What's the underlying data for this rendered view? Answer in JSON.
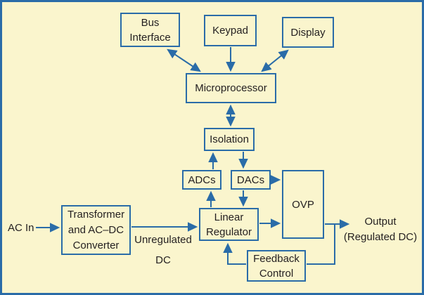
{
  "diagram": {
    "description": "Microprocessor-controlled regulated DC power supply block diagram",
    "colors": {
      "background": "#faf5cd",
      "line_blue": "#2a6ca8",
      "text": "#231f20"
    },
    "nodes": {
      "bus_interface": [
        "Bus",
        "Interface"
      ],
      "keypad": [
        "Keypad"
      ],
      "display": [
        "Display"
      ],
      "microprocessor": [
        "Microprocessor"
      ],
      "isolation": [
        "Isolation"
      ],
      "adcs": [
        "ADCs"
      ],
      "dacs": [
        "DACs"
      ],
      "ovp": [
        "OVP"
      ],
      "linear_regulator": [
        "Linear",
        "Regulator"
      ],
      "transformer": [
        "Transformer",
        "and AC–DC",
        "Converter"
      ],
      "feedback_control": [
        "Feedback",
        "Control"
      ]
    },
    "labels": {
      "ac_in": "AC In",
      "unregulated": [
        "Unregulated",
        "DC"
      ],
      "output": [
        "Output",
        "(Regulated DC)"
      ]
    },
    "connections": [
      {
        "from": "Bus Interface",
        "to": "Microprocessor",
        "bidirectional": true
      },
      {
        "from": "Keypad",
        "to": "Microprocessor",
        "bidirectional": false
      },
      {
        "from": "Display",
        "to": "Microprocessor",
        "bidirectional": true
      },
      {
        "from": "Microprocessor",
        "to": "Isolation",
        "bidirectional": true
      },
      {
        "from": "ADCs",
        "to": "Isolation",
        "bidirectional": false
      },
      {
        "from": "Isolation",
        "to": "DACs",
        "bidirectional": false
      },
      {
        "from": "Linear Regulator",
        "to": "ADCs",
        "bidirectional": false
      },
      {
        "from": "DACs",
        "to": "Linear Regulator",
        "bidirectional": false
      },
      {
        "from": "DACs",
        "to": "OVP",
        "bidirectional": false
      },
      {
        "from": "Linear Regulator",
        "to": "OVP",
        "bidirectional": false
      },
      {
        "from": "OVP",
        "to": "Output (Regulated DC)",
        "bidirectional": false
      },
      {
        "from": "OVP output",
        "to": "Feedback Control",
        "bidirectional": false
      },
      {
        "from": "Feedback Control",
        "to": "Linear Regulator",
        "bidirectional": false
      },
      {
        "from": "AC In",
        "to": "Transformer and AC–DC Converter",
        "bidirectional": false
      },
      {
        "from": "Transformer and AC–DC Converter",
        "to": "Linear Regulator",
        "label": "Unregulated DC",
        "bidirectional": false
      }
    ]
  }
}
